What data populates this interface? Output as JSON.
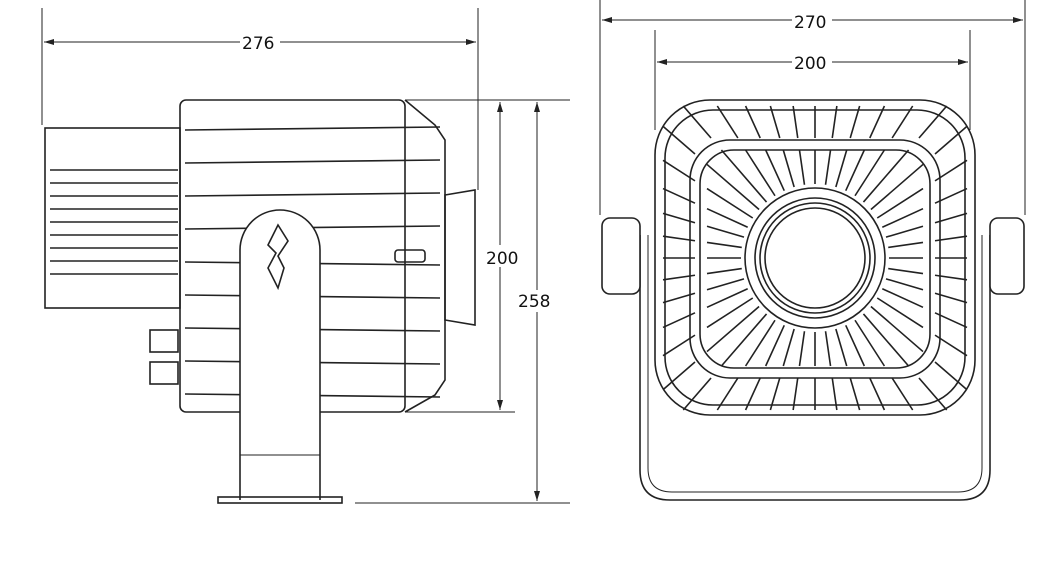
{
  "dimensions": {
    "side_width": "276",
    "front_width_overall": "270",
    "front_width_body": "200",
    "side_height_body": "200",
    "side_height_overall": "258"
  },
  "colors": {
    "line": "#222222",
    "background": "#ffffff"
  }
}
